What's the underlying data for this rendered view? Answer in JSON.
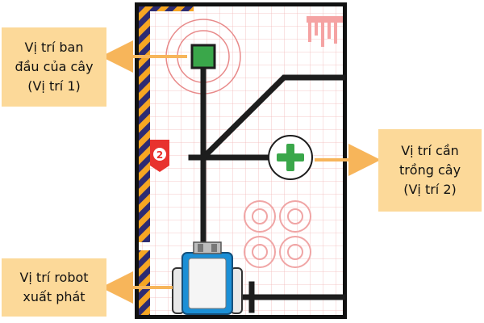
{
  "callouts": {
    "start_tree": "Vị trí ban\nđầu của cây\n(Vị trí 1)",
    "plant_target": "Vị trí cần\ntrồng cây\n(Vị trí 2)",
    "robot_start": "Vị trí robot\nxuất phát"
  },
  "field": {
    "marker_label": "2"
  },
  "colors": {
    "callout_fill": "#fcd999",
    "arrow": "#f7b55a",
    "line": "#1d1d1d",
    "grid": "#f2b9b9",
    "stripe_navy": "#2d2b72",
    "stripe_orange": "#f6a623",
    "tree_green": "#3aa74a",
    "robot_blue": "#1b8fd6",
    "marker_red": "#e8322e"
  }
}
